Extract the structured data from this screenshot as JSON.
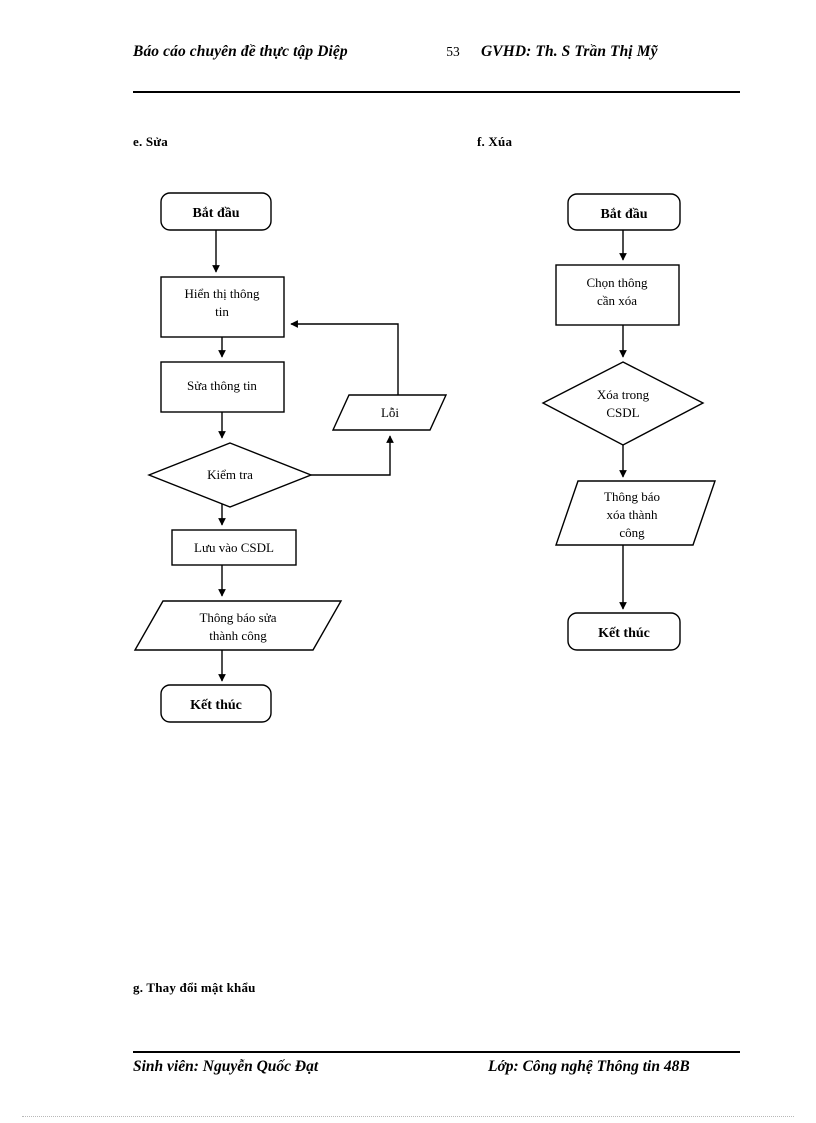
{
  "document": {
    "header": {
      "left_title": "Báo cáo chuyên đề thực tập Diệp",
      "page_number": "53",
      "right_title": "GVHD: Th. S Trần Thị Mỹ"
    },
    "footer": {
      "left": "Sinh viên: Nguyễn Quốc Đạt",
      "right": "Lớp: Công nghệ Thông tin 48B"
    }
  },
  "sections": {
    "e": {
      "label": "e. Sửa"
    },
    "f": {
      "label": "f. Xúa"
    },
    "g": {
      "label": "g. Thay đổi mật khẩu"
    }
  },
  "flowchart_edit": {
    "title": "e. Sửa",
    "nodes": {
      "start": {
        "label": "Bắt đầu",
        "shape": "rounded-rect"
      },
      "display": {
        "line1": "Hiển thị thông",
        "line2": "tin",
        "shape": "rect"
      },
      "edit": {
        "label": "Sửa thông tin",
        "shape": "rect"
      },
      "check": {
        "label": "Kiểm tra",
        "shape": "diamond"
      },
      "error": {
        "label": "Lỗi",
        "shape": "parallelogram"
      },
      "save": {
        "label": "Lưu vào CSDL",
        "shape": "rect"
      },
      "notify": {
        "line1": "Thông báo sửa",
        "line2": "thành công",
        "shape": "parallelogram"
      },
      "end": {
        "label": "Kết thúc",
        "shape": "rounded-rect"
      }
    }
  },
  "flowchart_delete": {
    "title": "f. Xúa",
    "nodes": {
      "start": {
        "label": "Bắt đầu",
        "shape": "rounded-rect"
      },
      "select": {
        "line1": "Chọn thông",
        "line2": "cần xóa",
        "shape": "rect"
      },
      "delete": {
        "line1": "Xóa trong",
        "line2": "CSDL",
        "shape": "diamond"
      },
      "notify": {
        "line1": "Thông báo",
        "line2": "xóa thành",
        "line3": "công",
        "shape": "parallelogram"
      },
      "end": {
        "label": "Kết thúc",
        "shape": "rounded-rect"
      }
    }
  },
  "colors": {
    "ink": "#000000",
    "paper": "#ffffff",
    "dotted_edge": "#b8b8b8"
  }
}
